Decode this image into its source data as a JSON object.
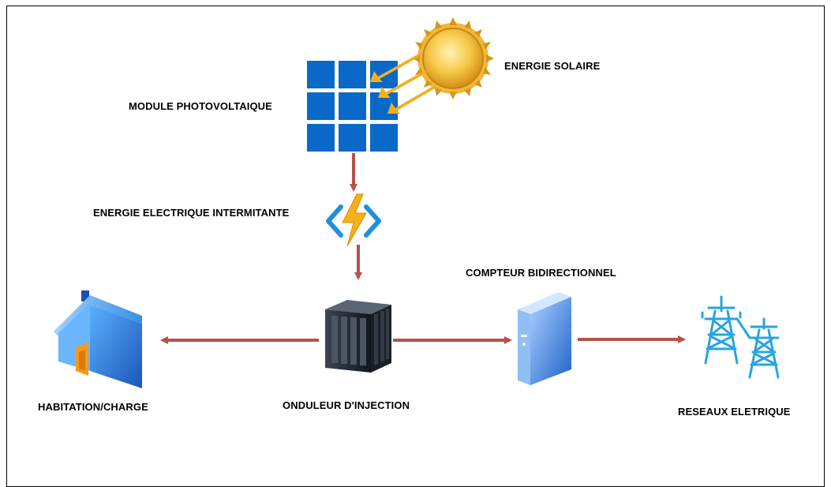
{
  "labels": {
    "solar_energy": "ENERGIE SOLAIRE",
    "pv_module": "MODULE PHOTOVOLTAIQUE",
    "intermittent_energy": "ENERGIE ELECTRIQUE INTERMITANTE",
    "meter": "COMPTEUR BIDIRECTIONNEL",
    "home": "HABITATION/CHARGE",
    "inverter": "ONDULEUR D'INJECTION",
    "grid": "RESEAUX ELETRIQUE"
  },
  "colors": {
    "connector": "#b5524a",
    "sun_ray_arrow": "#f2b01e",
    "panel_cell": "#0a69c7",
    "house_blue": "#3a8fe0",
    "house_door": "#f59a1c",
    "pylon": "#2aa3e0",
    "meter": "#5b9ee6",
    "inverter": "#2c3440"
  },
  "icons": [
    "sun-icon",
    "solar-panel-icon",
    "lightning-icon",
    "house-icon",
    "inverter-icon",
    "meter-icon",
    "pylon-icon"
  ]
}
